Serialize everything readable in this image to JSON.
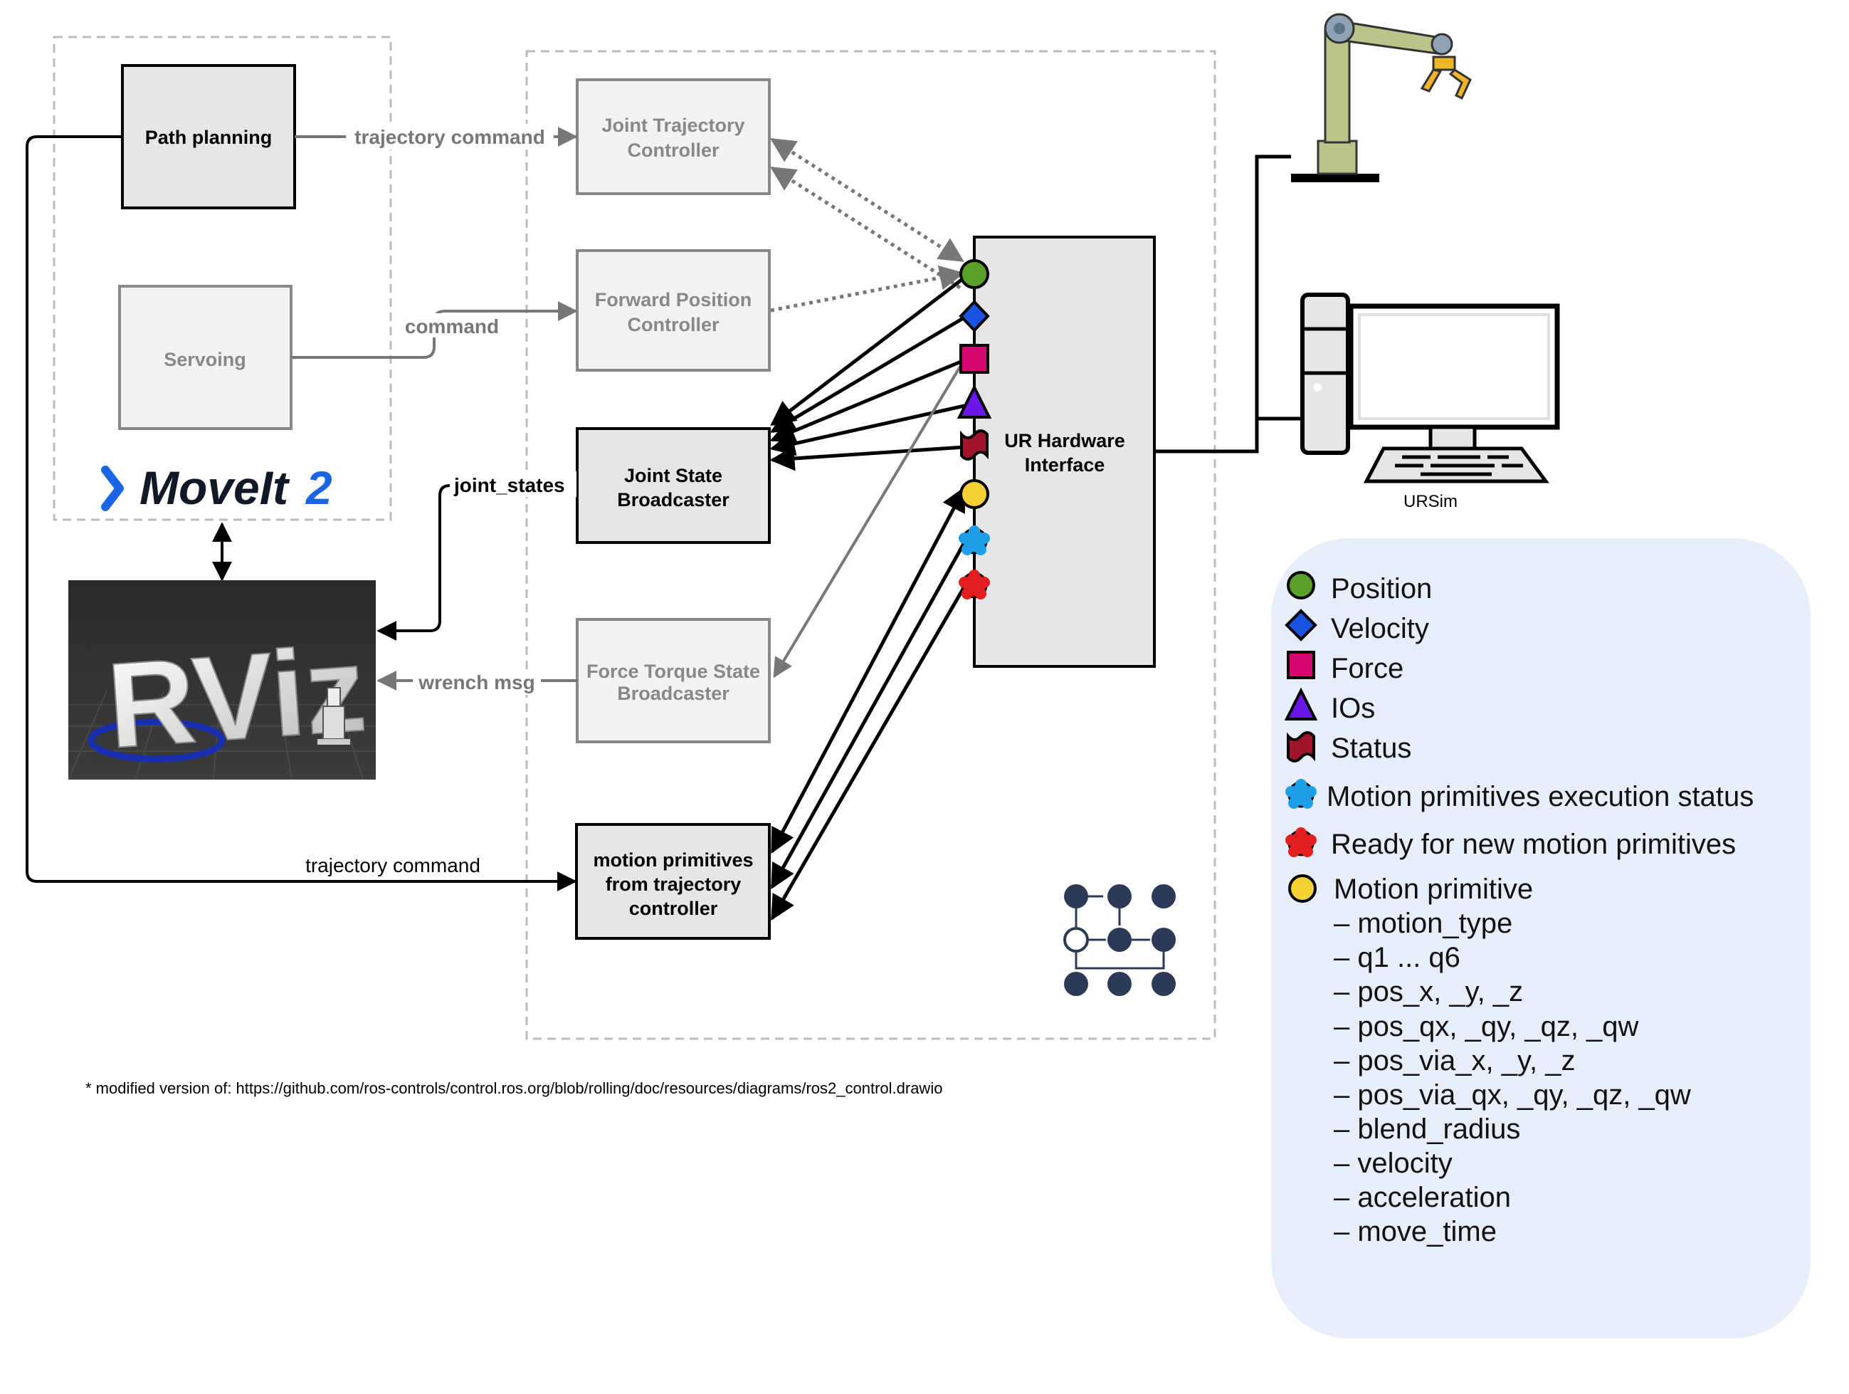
{
  "nodes": {
    "path_planning": "Path planning",
    "servoing": "Servoing",
    "jtc_line1": "Joint Trajectory",
    "jtc_line2": "Controller",
    "fpc_line1": "Forward Position",
    "fpc_line2": "Controller",
    "jsb_line1": "Joint State",
    "jsb_line2": "Broadcaster",
    "ftsb_line1": "Force Torque State",
    "ftsb_line2": "Broadcaster",
    "mp_line1": "motion primitives",
    "mp_line2": "from trajectory",
    "mp_line3": "controller",
    "hw_line1": "UR Hardware",
    "hw_line2": "Interface",
    "ursim": "URSim"
  },
  "edge_labels": {
    "trajectory_command_top": "trajectory command",
    "command": "command",
    "joint_states": "joint_states",
    "wrench_msg": "wrench msg",
    "trajectory_command_bottom": "trajectory command"
  },
  "logos": {
    "moveit_text": "MoveIt",
    "moveit_version": "2",
    "rviz_text": "RViz"
  },
  "legend": {
    "items": [
      {
        "label": "Position",
        "icon": "circle",
        "color": "#5aa12a"
      },
      {
        "label": "Velocity",
        "icon": "diamond",
        "color": "#1a53e0"
      },
      {
        "label": "Force",
        "icon": "square",
        "color": "#d4086e"
      },
      {
        "label": "IOs",
        "icon": "triangle",
        "color": "#6a18e8"
      },
      {
        "label": "Status",
        "icon": "flag",
        "color": "#a0142c"
      },
      {
        "label": "Motion primitives execution status",
        "icon": "cloud",
        "color": "#1e9ee6"
      },
      {
        "label": "Ready for new motion primitives",
        "icon": "cloud",
        "color": "#e21e1e"
      },
      {
        "label": "Motion primitive",
        "icon": "circle",
        "color": "#f3d033"
      }
    ],
    "motion_primitive_fields": [
      "– motion_type",
      "– q1 ... q6",
      "– pos_x, _y, _z",
      "– pos_qx, _qy, _qz, _qw",
      "– pos_via_x, _y, _z",
      "– pos_via_qx, _qy, _qz, _qw",
      "– blend_radius",
      "– velocity",
      "– acceleration",
      "– move_time"
    ]
  },
  "footnote": "* modified version of: https://github.com/ros-controls/control.ros.org/blob/rolling/doc/resources/diagrams/ros2_control.drawio",
  "colors": {
    "inactive_fill": "#f2f2f2",
    "inactive_stroke": "#888888",
    "active_fill": "#e6e6e6",
    "legend_bg": "#e8eef9",
    "moveit_blue": "#1a64e6",
    "robot_arm": "#b9c48a",
    "gripper": "#f0b429"
  }
}
